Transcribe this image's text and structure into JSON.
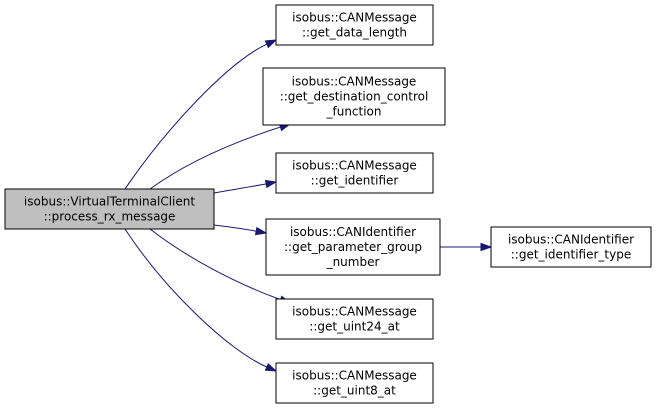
{
  "graph": {
    "colors": {
      "edge": "#191970",
      "root_fill": "#bfbfbf",
      "node_fill": "#ffffff",
      "border": "#000000"
    },
    "nodes": [
      {
        "id": "root",
        "lines": [
          "isobus::VirtualTerminalClient",
          "::process_rx_message"
        ]
      },
      {
        "id": "get_data_length",
        "lines": [
          "isobus::CANMessage",
          "::get_data_length"
        ]
      },
      {
        "id": "get_destination_control_function",
        "lines": [
          "isobus::CANMessage",
          "::get_destination_control",
          "_function"
        ]
      },
      {
        "id": "get_identifier",
        "lines": [
          "isobus::CANMessage",
          "::get_identifier"
        ]
      },
      {
        "id": "get_parameter_group_number",
        "lines": [
          "isobus::CANIdentifier",
          "::get_parameter_group",
          "_number"
        ]
      },
      {
        "id": "get_identifier_type",
        "lines": [
          "isobus::CANIdentifier",
          "::get_identifier_type"
        ]
      },
      {
        "id": "get_uint24_at",
        "lines": [
          "isobus::CANMessage",
          "::get_uint24_at"
        ]
      },
      {
        "id": "get_uint8_at",
        "lines": [
          "isobus::CANMessage",
          "::get_uint8_at"
        ]
      }
    ],
    "edges": [
      {
        "from": "root",
        "to": "get_data_length"
      },
      {
        "from": "root",
        "to": "get_destination_control_function"
      },
      {
        "from": "root",
        "to": "get_identifier"
      },
      {
        "from": "root",
        "to": "get_parameter_group_number"
      },
      {
        "from": "get_parameter_group_number",
        "to": "get_identifier_type"
      },
      {
        "from": "root",
        "to": "get_uint24_at"
      },
      {
        "from": "root",
        "to": "get_uint8_at"
      }
    ]
  }
}
